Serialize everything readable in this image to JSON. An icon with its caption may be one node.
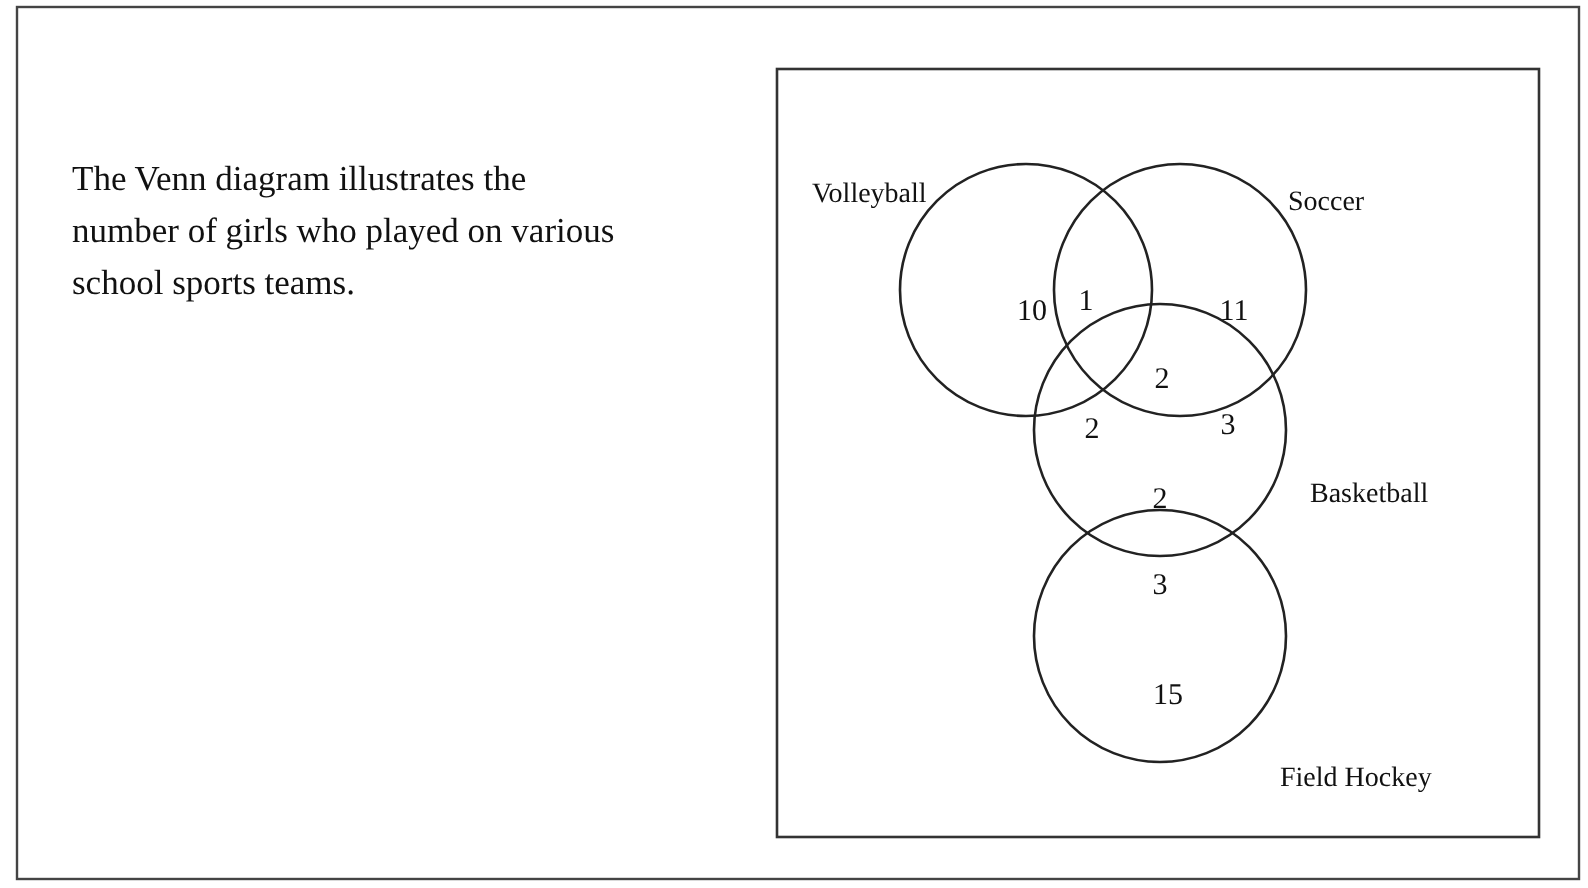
{
  "diagram": {
    "nodes": [
      {
        "text": [
          "Volleyball"
        ]
      },
      {
        "text": [
          "Soccer"
        ]
      },
      {
        "text": [
          "Basketball"
        ]
      },
      {
        "text": [
          "Field Hockey"
        ]
      }
    ],
    "labels": [
      "The Venn diagram illustrates the number of girls who played on various school sports teams.",
      "10",
      "1",
      "11",
      "2",
      "2",
      "3",
      "2",
      "3",
      "15"
    ]
  }
}
